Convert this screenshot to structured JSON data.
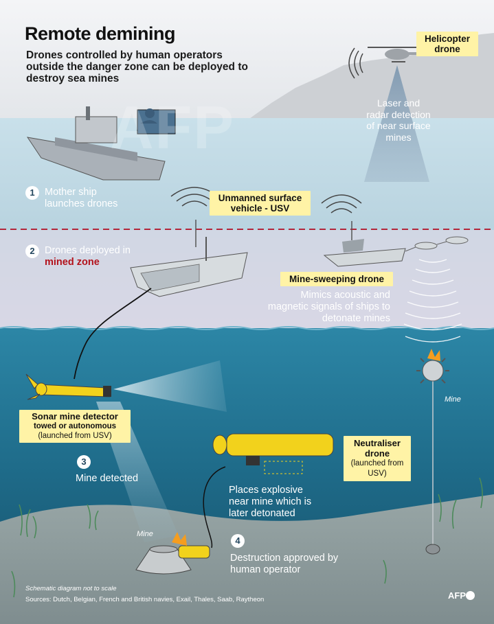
{
  "header": {
    "title": "Remote demining",
    "subtitle": "Drones controlled by human operators outside the danger zone can be deployed to destroy sea mines"
  },
  "helicopter": {
    "label": "Helicopter drone",
    "description": "Laser and radar detection of near surface mines"
  },
  "steps": [
    {
      "number": "1",
      "text": "Mother ship launches drones"
    },
    {
      "number": "2",
      "text_before": "Drones deployed in ",
      "text_highlight": "mined zone"
    },
    {
      "number": "3",
      "text": "Mine detected"
    },
    {
      "number": "4",
      "text": "Destruction approved by human operator"
    }
  ],
  "usv": {
    "label": "Unmanned surface vehicle - USV"
  },
  "sweeper": {
    "label": "Mine-sweeping drone",
    "description": "Mimics acoustic and magnetic signals of ships to detonate mines"
  },
  "sonar": {
    "label": "Sonar mine detector",
    "sublabel": "towed or autonomous",
    "note": "(launched from USV)"
  },
  "neutraliser": {
    "label": "Neutraliser drone",
    "note": "(launched from USV)",
    "description": "Places explosive near mine which is later detonated"
  },
  "mines": {
    "floating_label": "Mine",
    "seabed_label": "Mine"
  },
  "footer": {
    "note": "Schematic diagram not to scale",
    "sources": "Sources: Dutch, Belgian, French and British navies, Exail, Thales, Saab, Raytheon",
    "credit": "AFP"
  },
  "watermark": "AFP",
  "colors": {
    "sky": "#eef0f3",
    "sea_surface": "#bcd6e2",
    "fog": "#d8d9e6",
    "deep_sea": "#1f6f8d",
    "seabed": "#8a9898",
    "label_yellow": "#fff3a6",
    "drone_yellow": "#f2d21c",
    "dashed_line": "#b2263a",
    "mined_zone_text": "#b3121b"
  }
}
